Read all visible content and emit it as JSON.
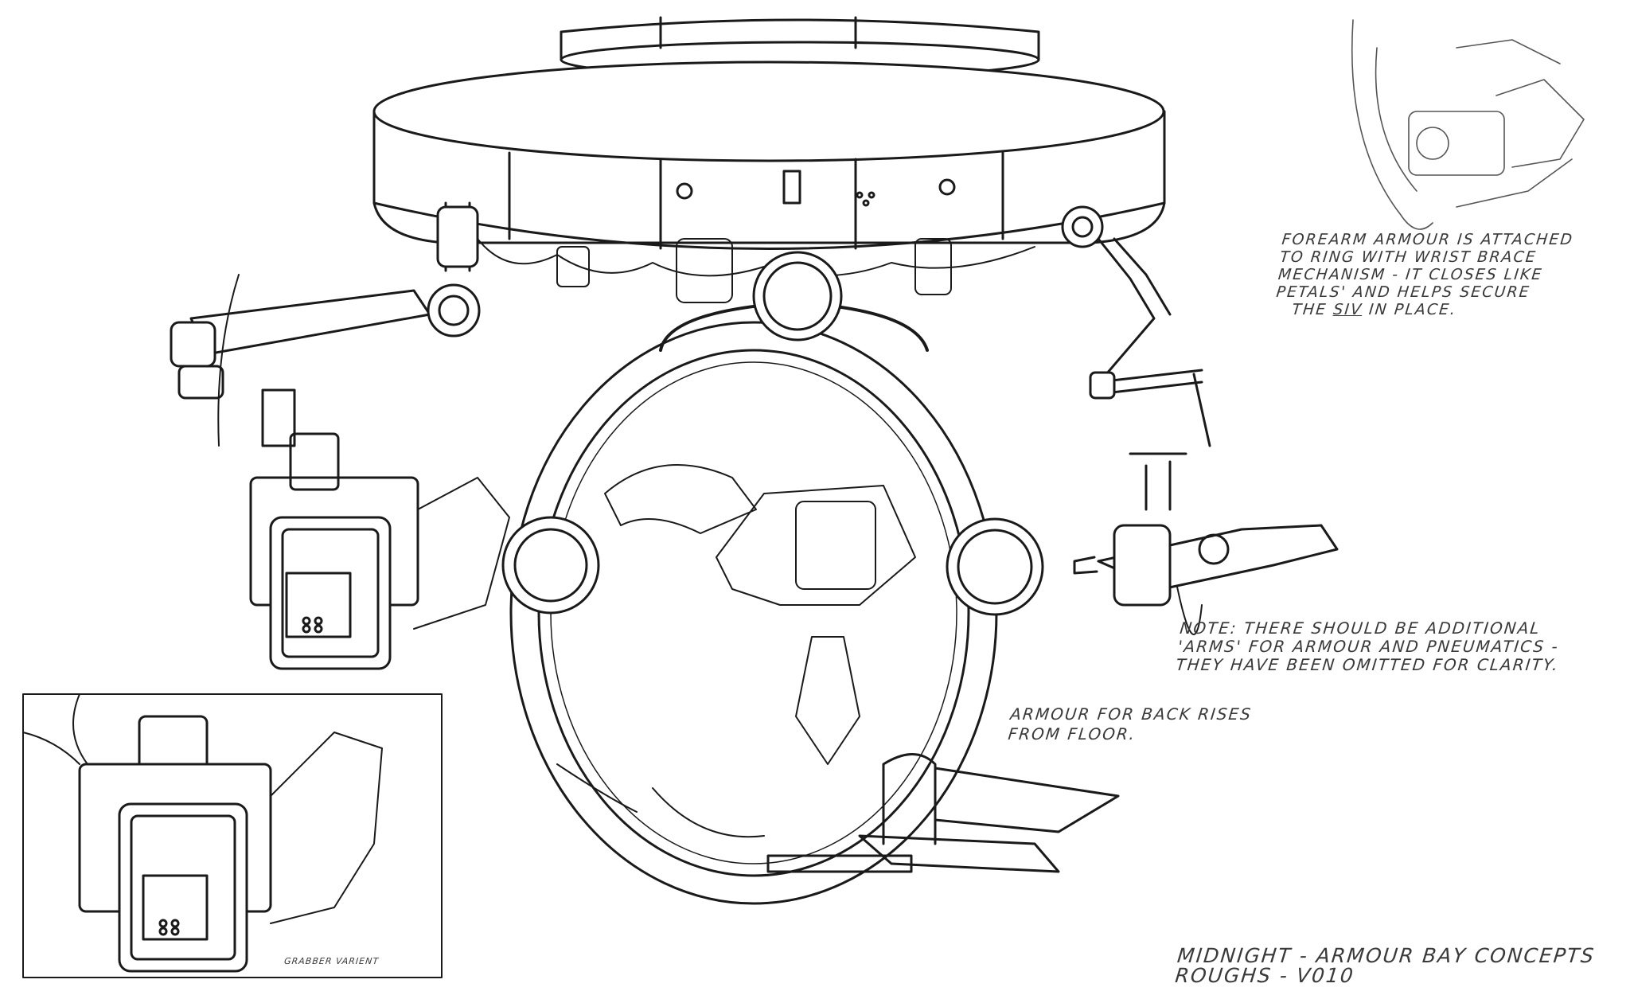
{
  "notes": {
    "forearm": {
      "lines": [
        "Forearm armour is attached",
        "to ring with wrist brace",
        "mechanism - it closes like",
        "petals' and helps secure"
      ],
      "last_line_prefix": "the ",
      "last_line_emphasis": "SIV",
      "last_line_suffix": " in place."
    },
    "additional_arms": [
      "Note: there should be additional",
      "'arms' for armour and pneumatics -",
      "they have been omitted for clarity."
    ],
    "back_armour": [
      "Armour for back rises",
      "from floor."
    ]
  },
  "inset": {
    "label": "Grabber varient"
  },
  "title_block": [
    "Midnight - Armour Bay Concepts",
    "Roughs - V010"
  ],
  "colors": {
    "paper": "#ffffff",
    "ink": "#1a1a1a",
    "pencil": "#3a3a3a"
  }
}
